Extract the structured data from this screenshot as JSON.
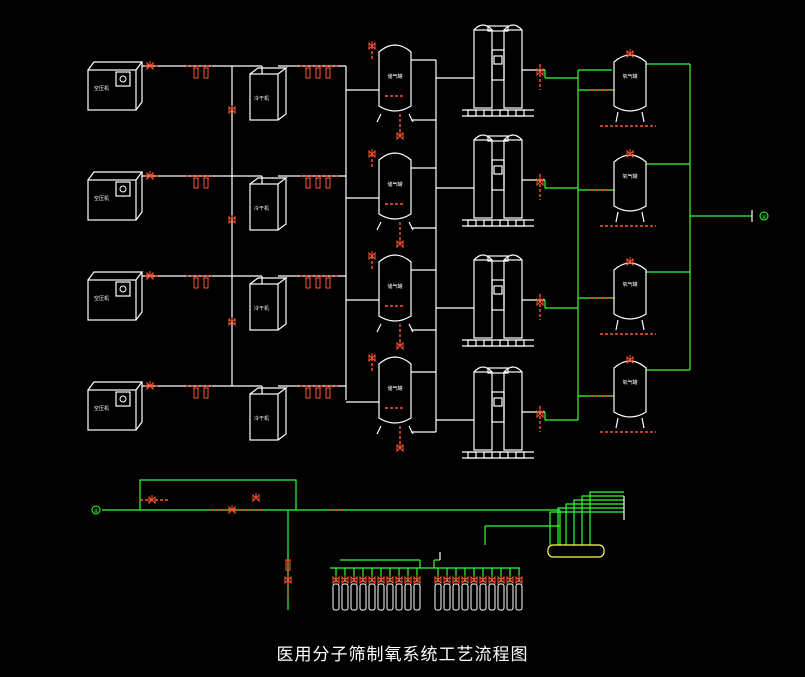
{
  "title": "医用分子筛制氧系统工艺流程图",
  "colors": {
    "pipe_white": "#ffffff",
    "pipe_green": "#33ff33",
    "valve_red": "#ff5533",
    "label_green": "#55ff55",
    "background": "#000000"
  },
  "labels": {
    "compressor": "空压机",
    "dryer": "冷干机",
    "air_tank": "储气罐",
    "oxygen_tank": "氧气罐",
    "connector_mark": "④"
  }
}
